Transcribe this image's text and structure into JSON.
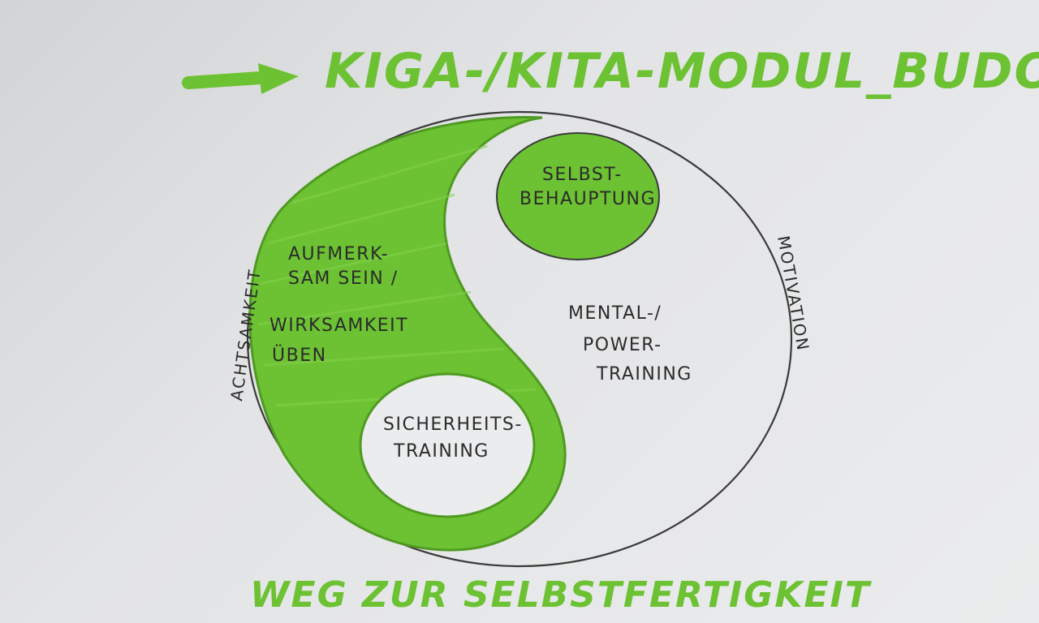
{
  "title": "KIGA-/KITA-MODUL_BUDO",
  "footer": "WEG ZUR SELBSTFERTIGKEIT",
  "labels": {
    "selbst_line1": "SELBST-",
    "selbst_line2": "BEHAUPTUNG",
    "aufmerk_line1": "AUFMERK-",
    "aufmerk_line2": "SAM SEIN /",
    "wirksam_line1": "WIRKSAMKEIT",
    "wirksam_line2": "ÜBEN",
    "mental_line1": "MENTAL-/",
    "mental_line2": "POWER-",
    "mental_line3": "TRAINING",
    "sicher_line1": "SICHERHEITS-",
    "sicher_line2": "TRAINING",
    "left_side": "ACHTSAMKEIT",
    "right_side": "MOTIVATION"
  },
  "colors": {
    "green": "#6cc232",
    "green_dark": "#4f9a22",
    "ink": "#2b2b2b",
    "paper": "#eeeeef"
  }
}
